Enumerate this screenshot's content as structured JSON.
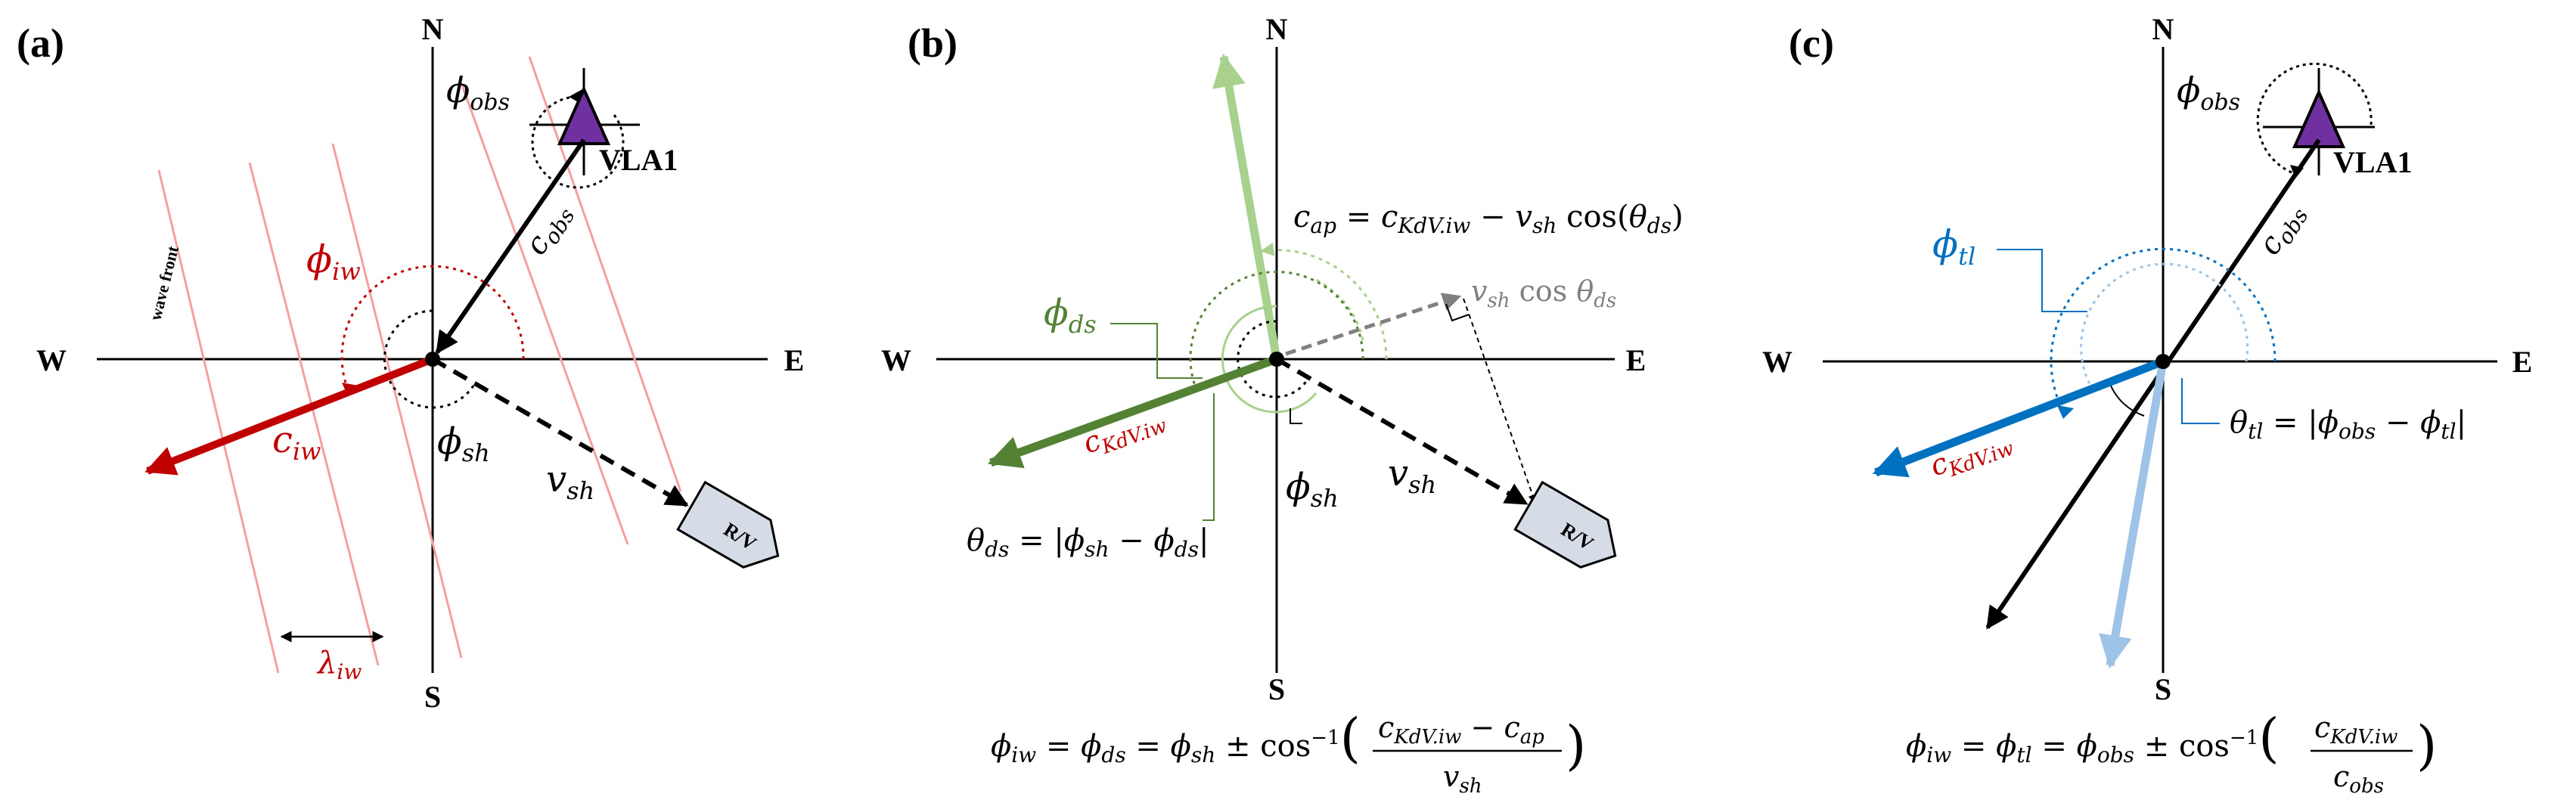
{
  "panels": [
    {
      "tag": "(a)",
      "compass": {
        "n": "N",
        "s": "S",
        "e": "E",
        "w": "W"
      },
      "station": "VLA1",
      "vessel": "R/V",
      "wavefront_label": "wave front",
      "phi_obs": "ϕobs",
      "c_obs": "cobs",
      "phi_iw": "ϕiw",
      "c_iw": "ciw",
      "phi_sh": "ϕsh",
      "v_sh": "vsh",
      "lambda_iw": "λiw"
    },
    {
      "tag": "(b)",
      "compass": {
        "n": "N",
        "s": "S",
        "e": "E",
        "w": "W"
      },
      "vessel": "R/V",
      "c_ap_eq": "cap = cKdV.iw − vsh cos(θds)",
      "vsh_cos": "vsh cos θds",
      "phi_ds": "ϕds",
      "c_kdv": "cKdV.iw",
      "phi_sh": "ϕsh",
      "v_sh": "vsh",
      "theta_ds": "θds = |ϕsh − ϕds|",
      "bottom_eq": "ϕiw = ϕds = ϕsh ± cos⁻¹((cKdV.iw − cap) / vsh)"
    },
    {
      "tag": "(c)",
      "compass": {
        "n": "N",
        "s": "S",
        "e": "E",
        "w": "W"
      },
      "station": "VLA1",
      "phi_obs": "ϕobs",
      "c_obs": "cobs",
      "phi_tl": "ϕtl",
      "c_kdv": "cKdV.iw",
      "theta_tl": "θtl = |ϕobs − ϕtl|",
      "bottom_eq": "ϕiw = ϕtl = ϕobs ± cos⁻¹(cKdV.iw / cobs)"
    }
  ],
  "colors": {
    "red": "#c00000",
    "light_red": "#f4a0a0",
    "green_dark": "#548235",
    "green_light": "#a9d18e",
    "blue": "#0070c0",
    "blue_light": "#9dc3e6",
    "gray": "#808080",
    "purple": "#7030a0",
    "vessel_fill": "#d6dce5",
    "black": "#000000"
  }
}
